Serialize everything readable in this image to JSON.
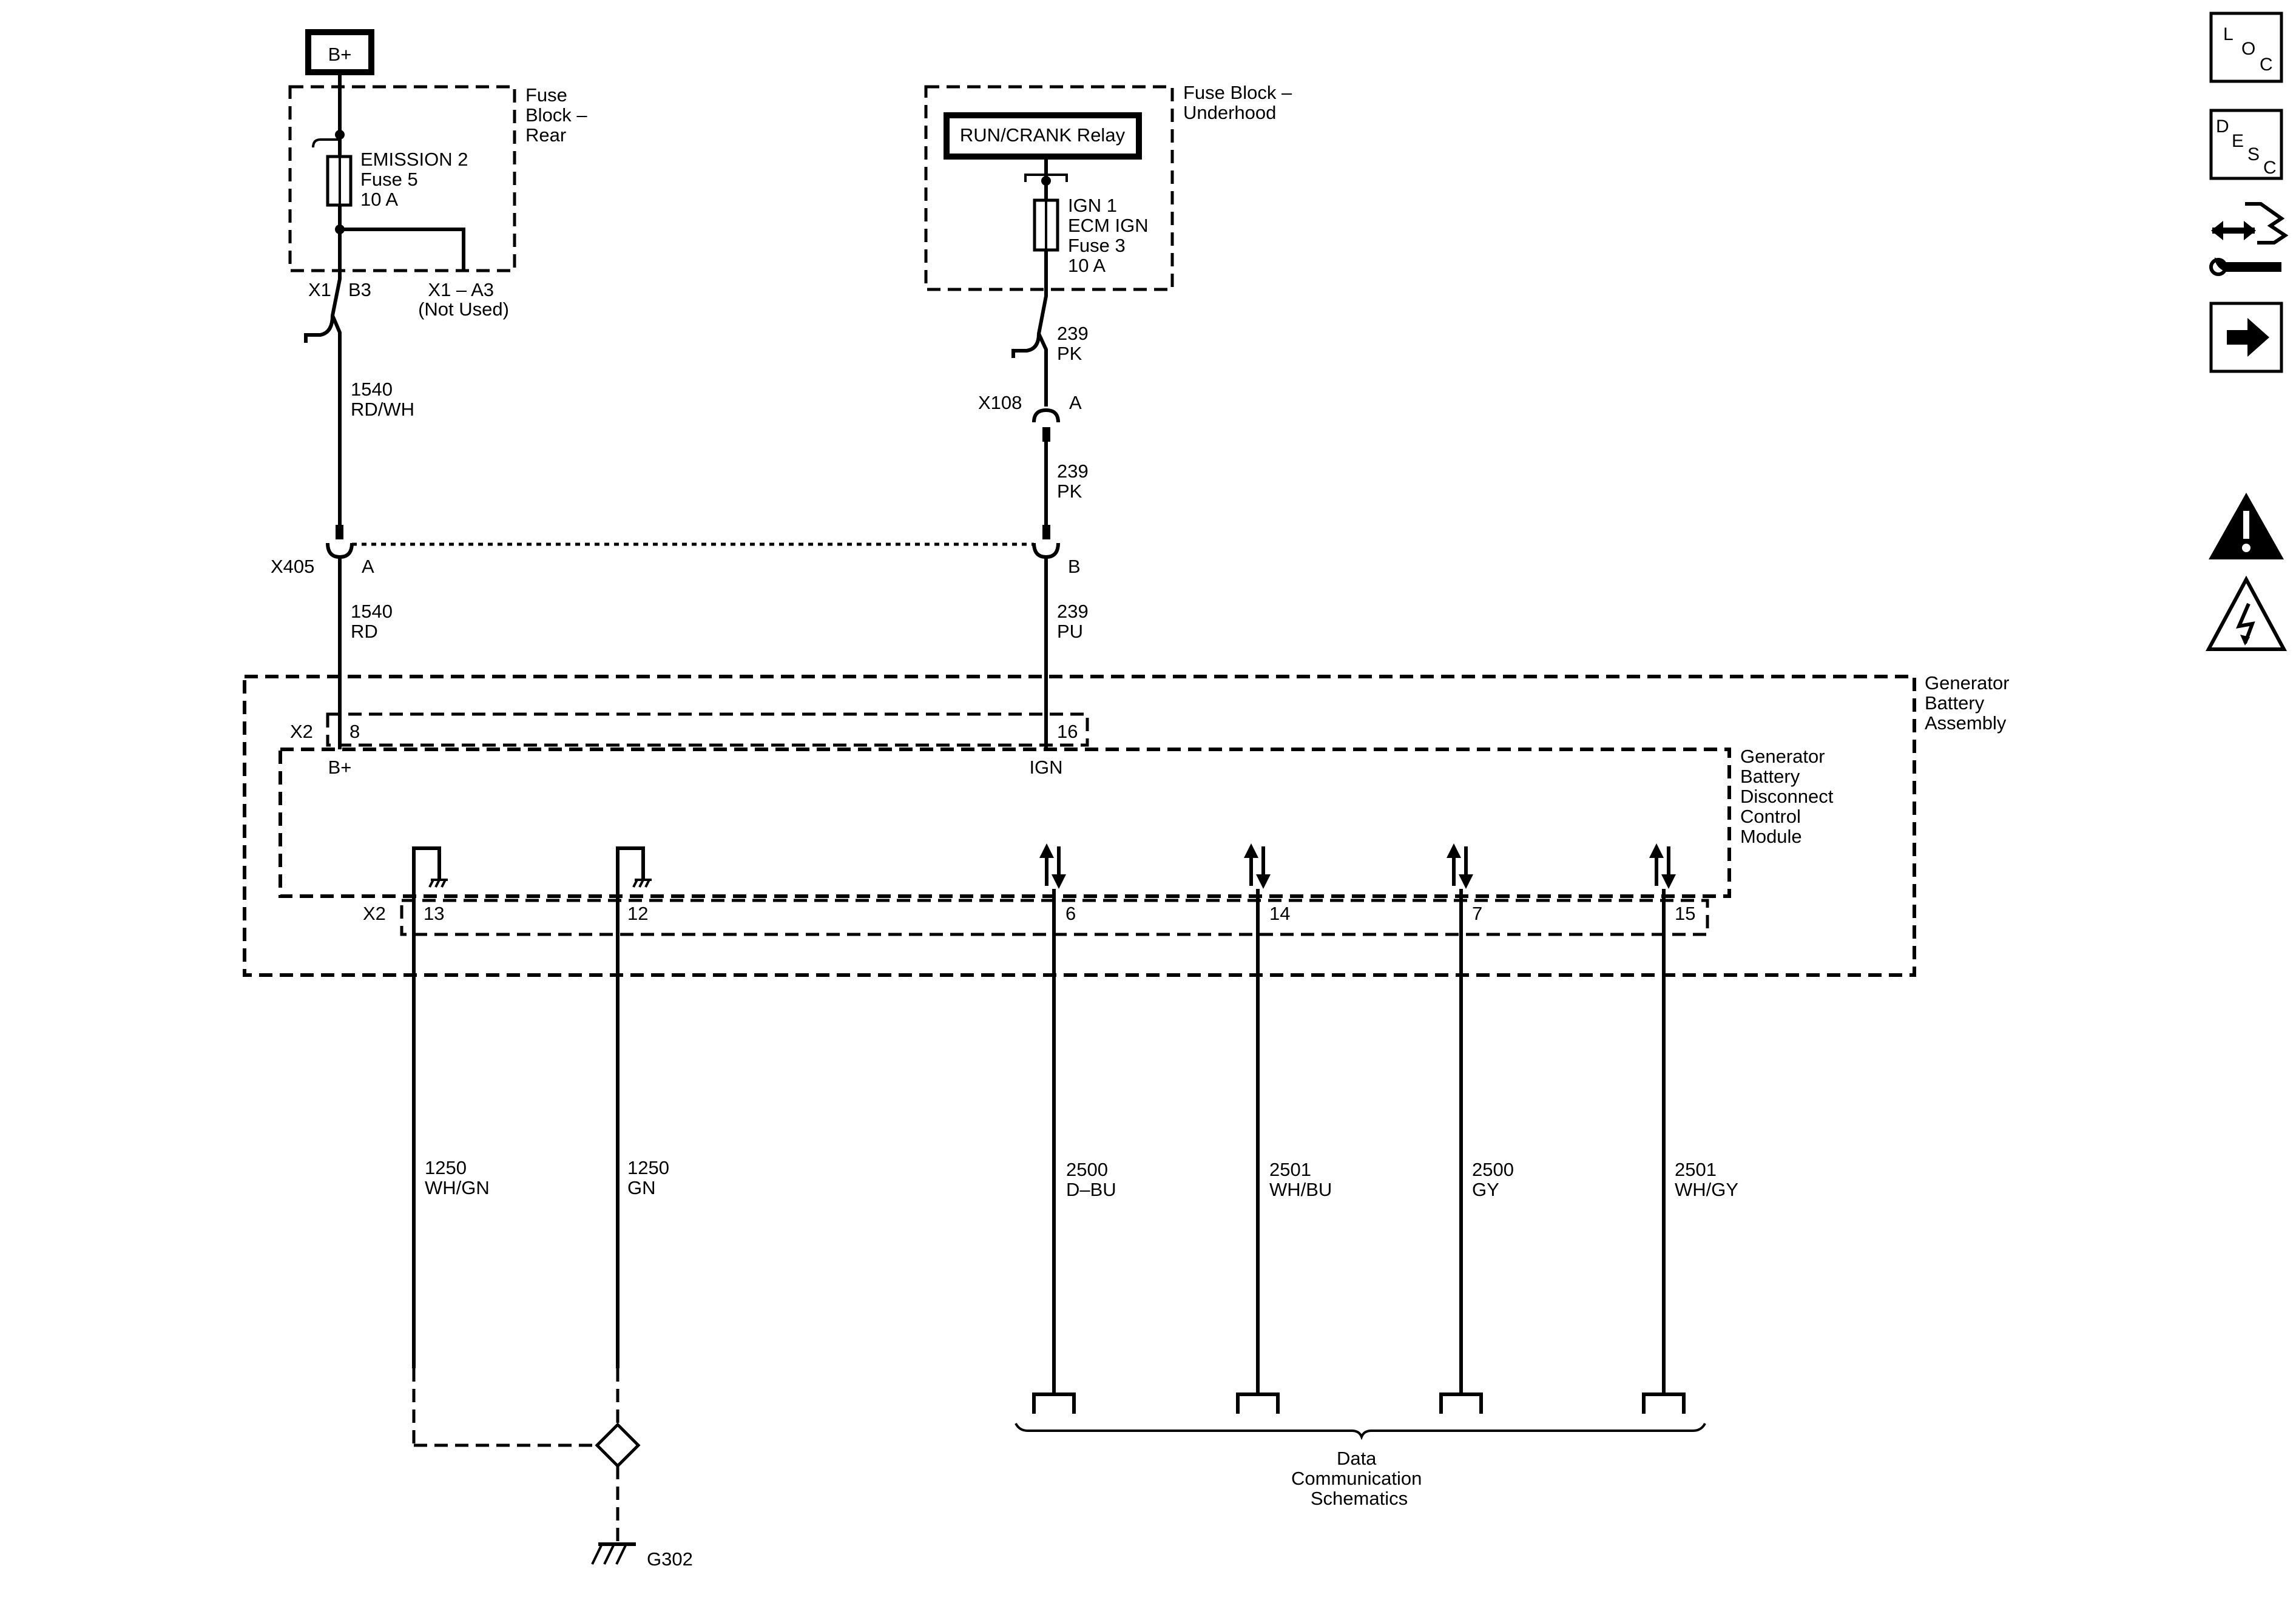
{
  "power_source": "B+",
  "fuse_block_rear": {
    "name": [
      "Fuse",
      "Block –",
      "Rear"
    ],
    "fuse": [
      "EMISSION 2",
      "Fuse 5",
      "10 A"
    ],
    "x1": "X1",
    "b3": "B3",
    "x1a3": [
      "X1 – A3",
      "(Not Used)"
    ]
  },
  "fuse_block_underhood": {
    "name": [
      "Fuse Block –",
      "Underhood"
    ],
    "relay": "RUN/CRANK Relay",
    "fuse": [
      "IGN 1",
      "ECM IGN",
      "Fuse 3",
      "10 A"
    ]
  },
  "wires": {
    "w1540_rdwh": [
      "1540",
      "RD/WH"
    ],
    "w239_pk_upper": [
      "239",
      "PK"
    ],
    "w239_pk_lower": [
      "239",
      "PK"
    ],
    "w1540_rd": [
      "1540",
      "RD"
    ],
    "w239_pu": [
      "239",
      "PU"
    ],
    "w1250_whgn": [
      "1250",
      "WH/GN"
    ],
    "w1250_gn": [
      "1250",
      "GN"
    ],
    "w2500_dbu": [
      "2500",
      "D–BU"
    ],
    "w2501_whbu": [
      "2501",
      "WH/BU"
    ],
    "w2500_gy": [
      "2500",
      "GY"
    ],
    "w2501_whgy": [
      "2501",
      "WH/GY"
    ]
  },
  "connectors": {
    "x108": "X108",
    "x108_a": "A",
    "x405": "X405",
    "x405_a": "A",
    "x405_b": "B",
    "x2_top": "X2",
    "x2_bottom": "X2"
  },
  "pins": {
    "p8": "8",
    "p16": "16",
    "bplus": "B+",
    "ign": "IGN",
    "p13": "13",
    "p12": "12",
    "p6": "6",
    "p14": "14",
    "p7": "7",
    "p15": "15"
  },
  "generator_battery_assembly": [
    "Generator",
    "Battery",
    "Assembly"
  ],
  "gbdcm": [
    "Generator",
    "Battery",
    "Disconnect",
    "Control",
    "Module"
  ],
  "data_comm": [
    "Data",
    "Communication",
    "Schematics"
  ],
  "ground": "G302",
  "side_icons": {
    "loc": [
      "L",
      "O",
      "C"
    ],
    "desc": [
      "D",
      "E",
      "S",
      "C"
    ]
  }
}
